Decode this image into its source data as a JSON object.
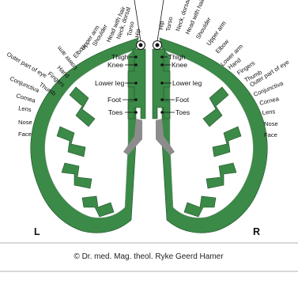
{
  "left_hemisphere_labels_radial": [
    "Hip",
    "Torso",
    "Neck, dorsal",
    "Head with hair",
    "Shoulder",
    "Upper arm",
    "Elbow",
    "Lower arm",
    "Hand",
    "Fingers",
    "Thumb",
    "Outer part of eye",
    "Conjunctiva",
    "Cornea",
    "Lens",
    "Nose",
    "Face"
  ],
  "right_hemisphere_labels_radial": [
    "Hip",
    "Torso",
    "Neck, dorsal",
    "Head with hair",
    "Shoulder",
    "Upper arm",
    "Elbow",
    "Lower arm",
    "Hand",
    "Fingers",
    "Thumb",
    "Outer part of eye",
    "Conjunctiva",
    "Cornea",
    "Lens",
    "Nose",
    "Face"
  ],
  "left_medial_labels": [
    "Thigh",
    "Knee",
    "Lower leg",
    "Foot",
    "Toes"
  ],
  "right_medial_labels": [
    "Thigh",
    "Knee",
    "Lower leg",
    "Foot",
    "Toes"
  ],
  "side_left": "L",
  "side_right": "R",
  "credit": "© Dr. med. Mag. theol. Ryke Geerd Hamer",
  "colors": {
    "cortex": "#3b8a47",
    "ventricle": "#8c8c8c",
    "background": "#ffffff"
  }
}
